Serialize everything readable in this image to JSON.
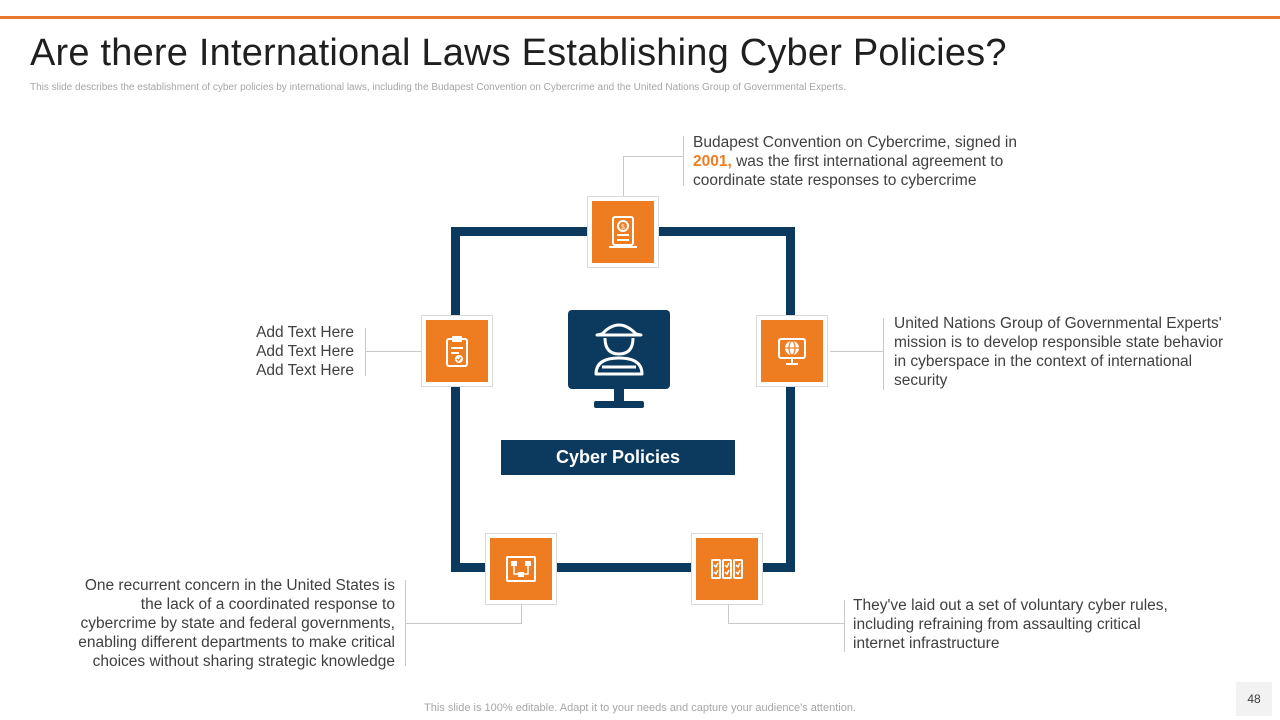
{
  "slide": {
    "title": "Are there International Laws Establishing Cyber Policies?",
    "subtitle": "This slide describes the establishment of cyber policies by international laws, including the Budapest Convention on Cybercrime and the United Nations Group of Governmental Experts.",
    "center_label": "Cyber Policies",
    "footer": "This slide is 100% editable. Adapt it to your needs and capture your audience's attention.",
    "page_number": "48"
  },
  "colors": {
    "accent": "#ee7d22",
    "navy": "#0b3a5e",
    "topline": "#e8792b"
  },
  "nodes": {
    "top": {
      "icon": "money-document-icon",
      "text_before": "Budapest Convention on Cybercrime, signed in",
      "highlight": "2001,",
      "text_after": " was the first international agreement to coordinate state responses to cybercrime"
    },
    "left": {
      "icon": "clipboard-check-icon",
      "lines": [
        "Add Text Here",
        "Add Text Here",
        "Add Text Here"
      ]
    },
    "right": {
      "icon": "globe-monitor-icon",
      "text": "United Nations Group of Governmental Experts' mission is to develop responsible state behavior in cyberspace in the context of international security"
    },
    "bottom_left": {
      "icon": "flowchart-board-icon",
      "text": "One recurrent concern in the United States is the lack of a coordinated response to cybercrime by state and federal governments, enabling different departments to make critical choices without sharing strategic knowledge"
    },
    "bottom_right": {
      "icon": "checklist-badges-icon",
      "text": "They've laid out a set of voluntary  cyber rules, including refraining from assaulting critical internet infrastructure"
    }
  },
  "center_icon": "hacker-monitor-icon"
}
